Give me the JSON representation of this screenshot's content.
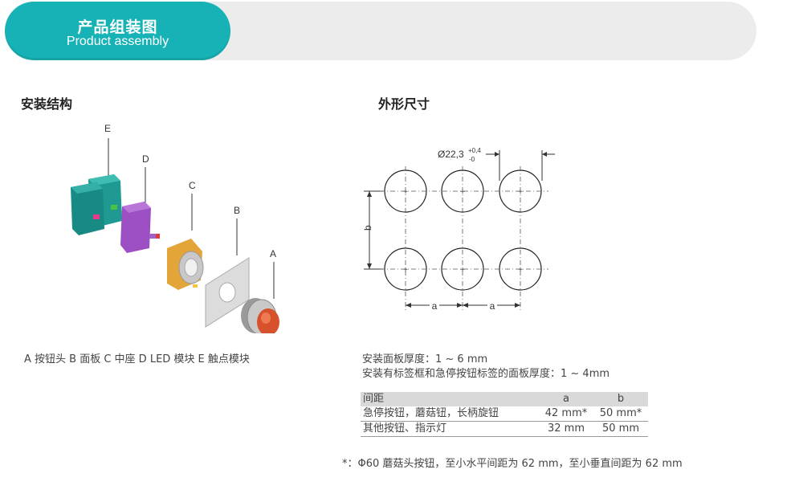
{
  "header": {
    "title_cn": "产品组装图",
    "title_en": "Product assembly"
  },
  "assembly": {
    "section_title": "安装结构",
    "labels": {
      "a": "A",
      "b": "B",
      "c": "C",
      "d": "D",
      "e": "E"
    },
    "caption": "A 按钮头 B 面板 C 中座 D LED 模块 E 触点模块",
    "colors": {
      "contact_block": "#1e9a92",
      "led_module": "#9b4fc2",
      "mid_seat": "#e3a43a",
      "panel": "#dcdcdc",
      "button_head": "#d8512d"
    }
  },
  "dimensions": {
    "section_title": "外形尺寸",
    "hole_label": "Ø22,3",
    "tol_upper": "+0,4",
    "tol_lower": "-0",
    "label_a": "a",
    "label_b": "b",
    "center_mark": "+"
  },
  "notes": {
    "line1": "安装面板厚度：1 ~ 6 mm",
    "line2": "安装有标签框和急停按钮标签的面板厚度：1 ~ 4mm"
  },
  "table": {
    "headers": [
      "间距",
      "a",
      "b"
    ],
    "rows": [
      [
        "急停按钮，蘑菇钮，长柄旋钮",
        "42 mm*",
        "50 mm*"
      ],
      [
        "其他按钮、指示灯",
        "32 mm",
        "50 mm"
      ]
    ]
  },
  "footnote": "*：Φ60 蘑菇头按钮，至小水平间距为 62 mm，至小垂直间距为 62 mm"
}
